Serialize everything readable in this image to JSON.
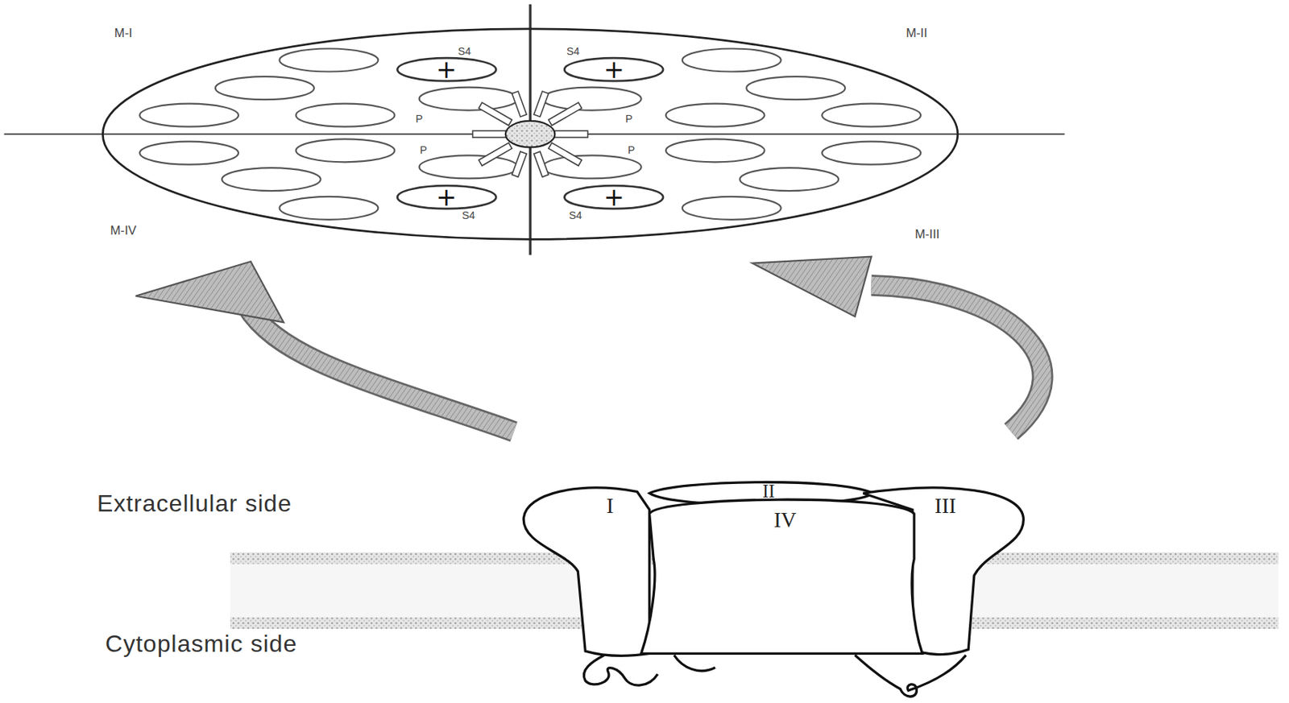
{
  "diagram": {
    "nodes": [
      {
        "text": [
          "+"
        ]
      },
      {
        "text": [
          "+"
        ]
      },
      {
        "text": [
          "+"
        ]
      },
      {
        "text": [
          "+"
        ]
      }
    ],
    "labels": [
      "M-I",
      "S4",
      "S4",
      "M-II",
      "P",
      "P",
      "P",
      "P",
      "M-IV",
      "S4",
      "S4",
      "M-III",
      "Extracellular side",
      "I",
      "II",
      "III",
      "IV",
      "Cytoplasmic side"
    ]
  }
}
